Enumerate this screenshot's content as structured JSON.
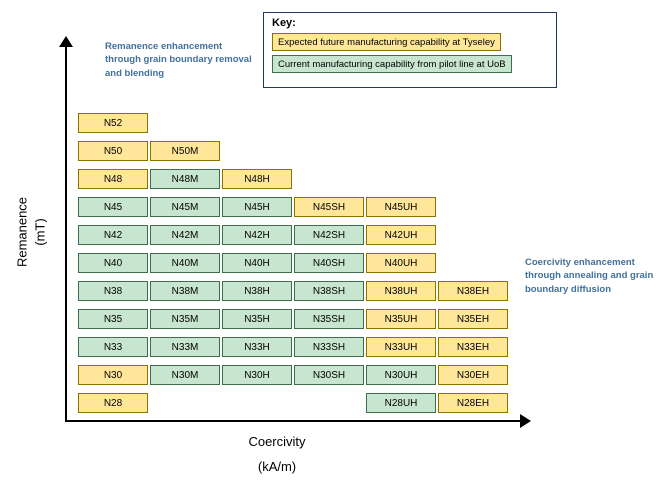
{
  "axes": {
    "y_label_line1": "Remanence",
    "y_label_line2": "(mT)",
    "x_label_line1": "Coercivity",
    "x_label_line2": "(kA/m)"
  },
  "annotations": {
    "left": "Remanence enhancement through grain boundary removal and blending",
    "right": "Coercivity enhancement through annealing and grain boundary diffusion"
  },
  "key": {
    "title": "Key:",
    "items": [
      {
        "label": "Expected future manufacturing capability at Tyseley",
        "type": "future"
      },
      {
        "label": "Current manufacturing capability from pilot line at UoB",
        "type": "current"
      }
    ]
  },
  "colors": {
    "future_fill": "#FFE699",
    "future_border": "#8B7300",
    "current_fill": "#C8E6CF",
    "current_border": "#3E6E4C",
    "annotation_text": "#41719C",
    "axis": "#000000"
  },
  "chart_data": {
    "type": "heatmap",
    "title": "",
    "xlabel": "Coercivity (kA/m)",
    "ylabel": "Remanence (mT)",
    "legend_position": "top-right",
    "status_meaning": {
      "future": "Expected future manufacturing capability at Tyseley",
      "current": "Current manufacturing capability from pilot line at UoB"
    },
    "coercivity_suffixes": [
      "",
      "M",
      "H",
      "SH",
      "UH",
      "EH"
    ],
    "rows": [
      {
        "grade": "N52",
        "cells": [
          {
            "col": 0,
            "label": "N52",
            "status": "future"
          }
        ]
      },
      {
        "grade": "N50",
        "cells": [
          {
            "col": 0,
            "label": "N50",
            "status": "future"
          },
          {
            "col": 1,
            "label": "N50M",
            "status": "future"
          }
        ]
      },
      {
        "grade": "N48",
        "cells": [
          {
            "col": 0,
            "label": "N48",
            "status": "future"
          },
          {
            "col": 1,
            "label": "N48M",
            "status": "current"
          },
          {
            "col": 2,
            "label": "N48H",
            "status": "future"
          }
        ]
      },
      {
        "grade": "N45",
        "cells": [
          {
            "col": 0,
            "label": "N45",
            "status": "current"
          },
          {
            "col": 1,
            "label": "N45M",
            "status": "current"
          },
          {
            "col": 2,
            "label": "N45H",
            "status": "current"
          },
          {
            "col": 3,
            "label": "N45SH",
            "status": "future"
          },
          {
            "col": 4,
            "label": "N45UH",
            "status": "future"
          }
        ]
      },
      {
        "grade": "N42",
        "cells": [
          {
            "col": 0,
            "label": "N42",
            "status": "current"
          },
          {
            "col": 1,
            "label": "N42M",
            "status": "current"
          },
          {
            "col": 2,
            "label": "N42H",
            "status": "current"
          },
          {
            "col": 3,
            "label": "N42SH",
            "status": "current"
          },
          {
            "col": 4,
            "label": "N42UH",
            "status": "future"
          }
        ]
      },
      {
        "grade": "N40",
        "cells": [
          {
            "col": 0,
            "label": "N40",
            "status": "current"
          },
          {
            "col": 1,
            "label": "N40M",
            "status": "current"
          },
          {
            "col": 2,
            "label": "N40H",
            "status": "current"
          },
          {
            "col": 3,
            "label": "N40SH",
            "status": "current"
          },
          {
            "col": 4,
            "label": "N40UH",
            "status": "future"
          }
        ]
      },
      {
        "grade": "N38",
        "cells": [
          {
            "col": 0,
            "label": "N38",
            "status": "current"
          },
          {
            "col": 1,
            "label": "N38M",
            "status": "current"
          },
          {
            "col": 2,
            "label": "N38H",
            "status": "current"
          },
          {
            "col": 3,
            "label": "N38SH",
            "status": "current"
          },
          {
            "col": 4,
            "label": "N38UH",
            "status": "future"
          },
          {
            "col": 5,
            "label": "N38EH",
            "status": "future"
          }
        ]
      },
      {
        "grade": "N35",
        "cells": [
          {
            "col": 0,
            "label": "N35",
            "status": "current"
          },
          {
            "col": 1,
            "label": "N35M",
            "status": "current"
          },
          {
            "col": 2,
            "label": "N35H",
            "status": "current"
          },
          {
            "col": 3,
            "label": "N35SH",
            "status": "current"
          },
          {
            "col": 4,
            "label": "N35UH",
            "status": "future"
          },
          {
            "col": 5,
            "label": "N35EH",
            "status": "future"
          }
        ]
      },
      {
        "grade": "N33",
        "cells": [
          {
            "col": 0,
            "label": "N33",
            "status": "current"
          },
          {
            "col": 1,
            "label": "N33M",
            "status": "current"
          },
          {
            "col": 2,
            "label": "N33H",
            "status": "current"
          },
          {
            "col": 3,
            "label": "N33SH",
            "status": "current"
          },
          {
            "col": 4,
            "label": "N33UH",
            "status": "future"
          },
          {
            "col": 5,
            "label": "N33EH",
            "status": "future"
          }
        ]
      },
      {
        "grade": "N30",
        "cells": [
          {
            "col": 0,
            "label": "N30",
            "status": "future"
          },
          {
            "col": 1,
            "label": "N30M",
            "status": "current"
          },
          {
            "col": 2,
            "label": "N30H",
            "status": "current"
          },
          {
            "col": 3,
            "label": "N30SH",
            "status": "current"
          },
          {
            "col": 4,
            "label": "N30UH",
            "status": "current"
          },
          {
            "col": 5,
            "label": "N30EH",
            "status": "future"
          }
        ]
      },
      {
        "grade": "N28",
        "cells": [
          {
            "col": 0,
            "label": "N28",
            "status": "future"
          },
          {
            "col": 4,
            "label": "N28UH",
            "status": "current"
          },
          {
            "col": 5,
            "label": "N28EH",
            "status": "future"
          }
        ]
      }
    ]
  }
}
